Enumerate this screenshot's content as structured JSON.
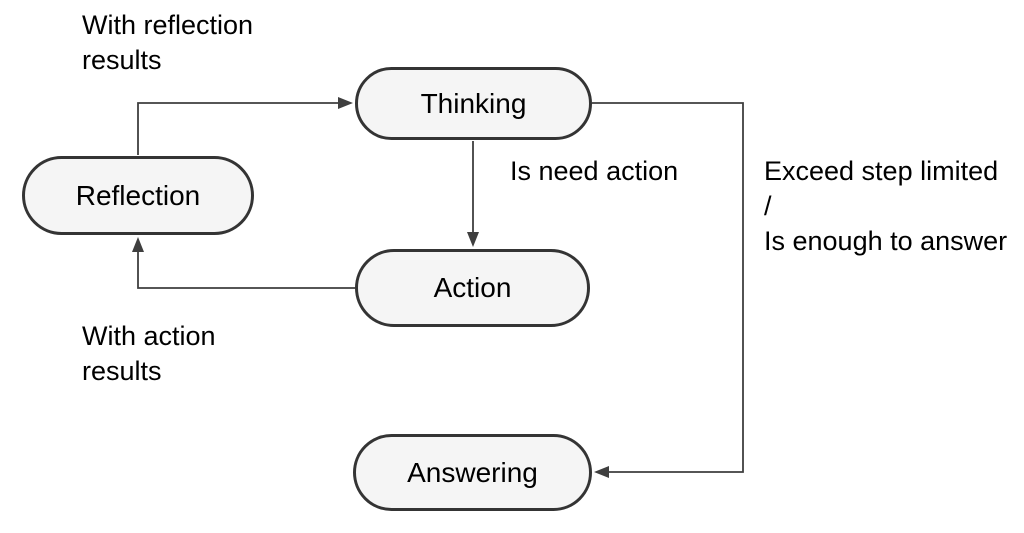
{
  "colors": {
    "background": "#ffffff",
    "node_fill": "#f5f5f5",
    "node_border": "#343434",
    "arrow": "#3f3f3f",
    "text": "#000000"
  },
  "nodes": {
    "thinking": {
      "label": "Thinking"
    },
    "reflection": {
      "label": "Reflection"
    },
    "action": {
      "label": "Action"
    },
    "answering": {
      "label": "Answering"
    }
  },
  "edges": {
    "reflection_to_thinking": {
      "label": "With reflection\nresults"
    },
    "thinking_to_action": {
      "label": "Is need action"
    },
    "thinking_to_answering": {
      "label": "Exceed step limited\n/\nIs enough to answer"
    },
    "action_to_reflection": {
      "label": "With action\nresults"
    }
  }
}
